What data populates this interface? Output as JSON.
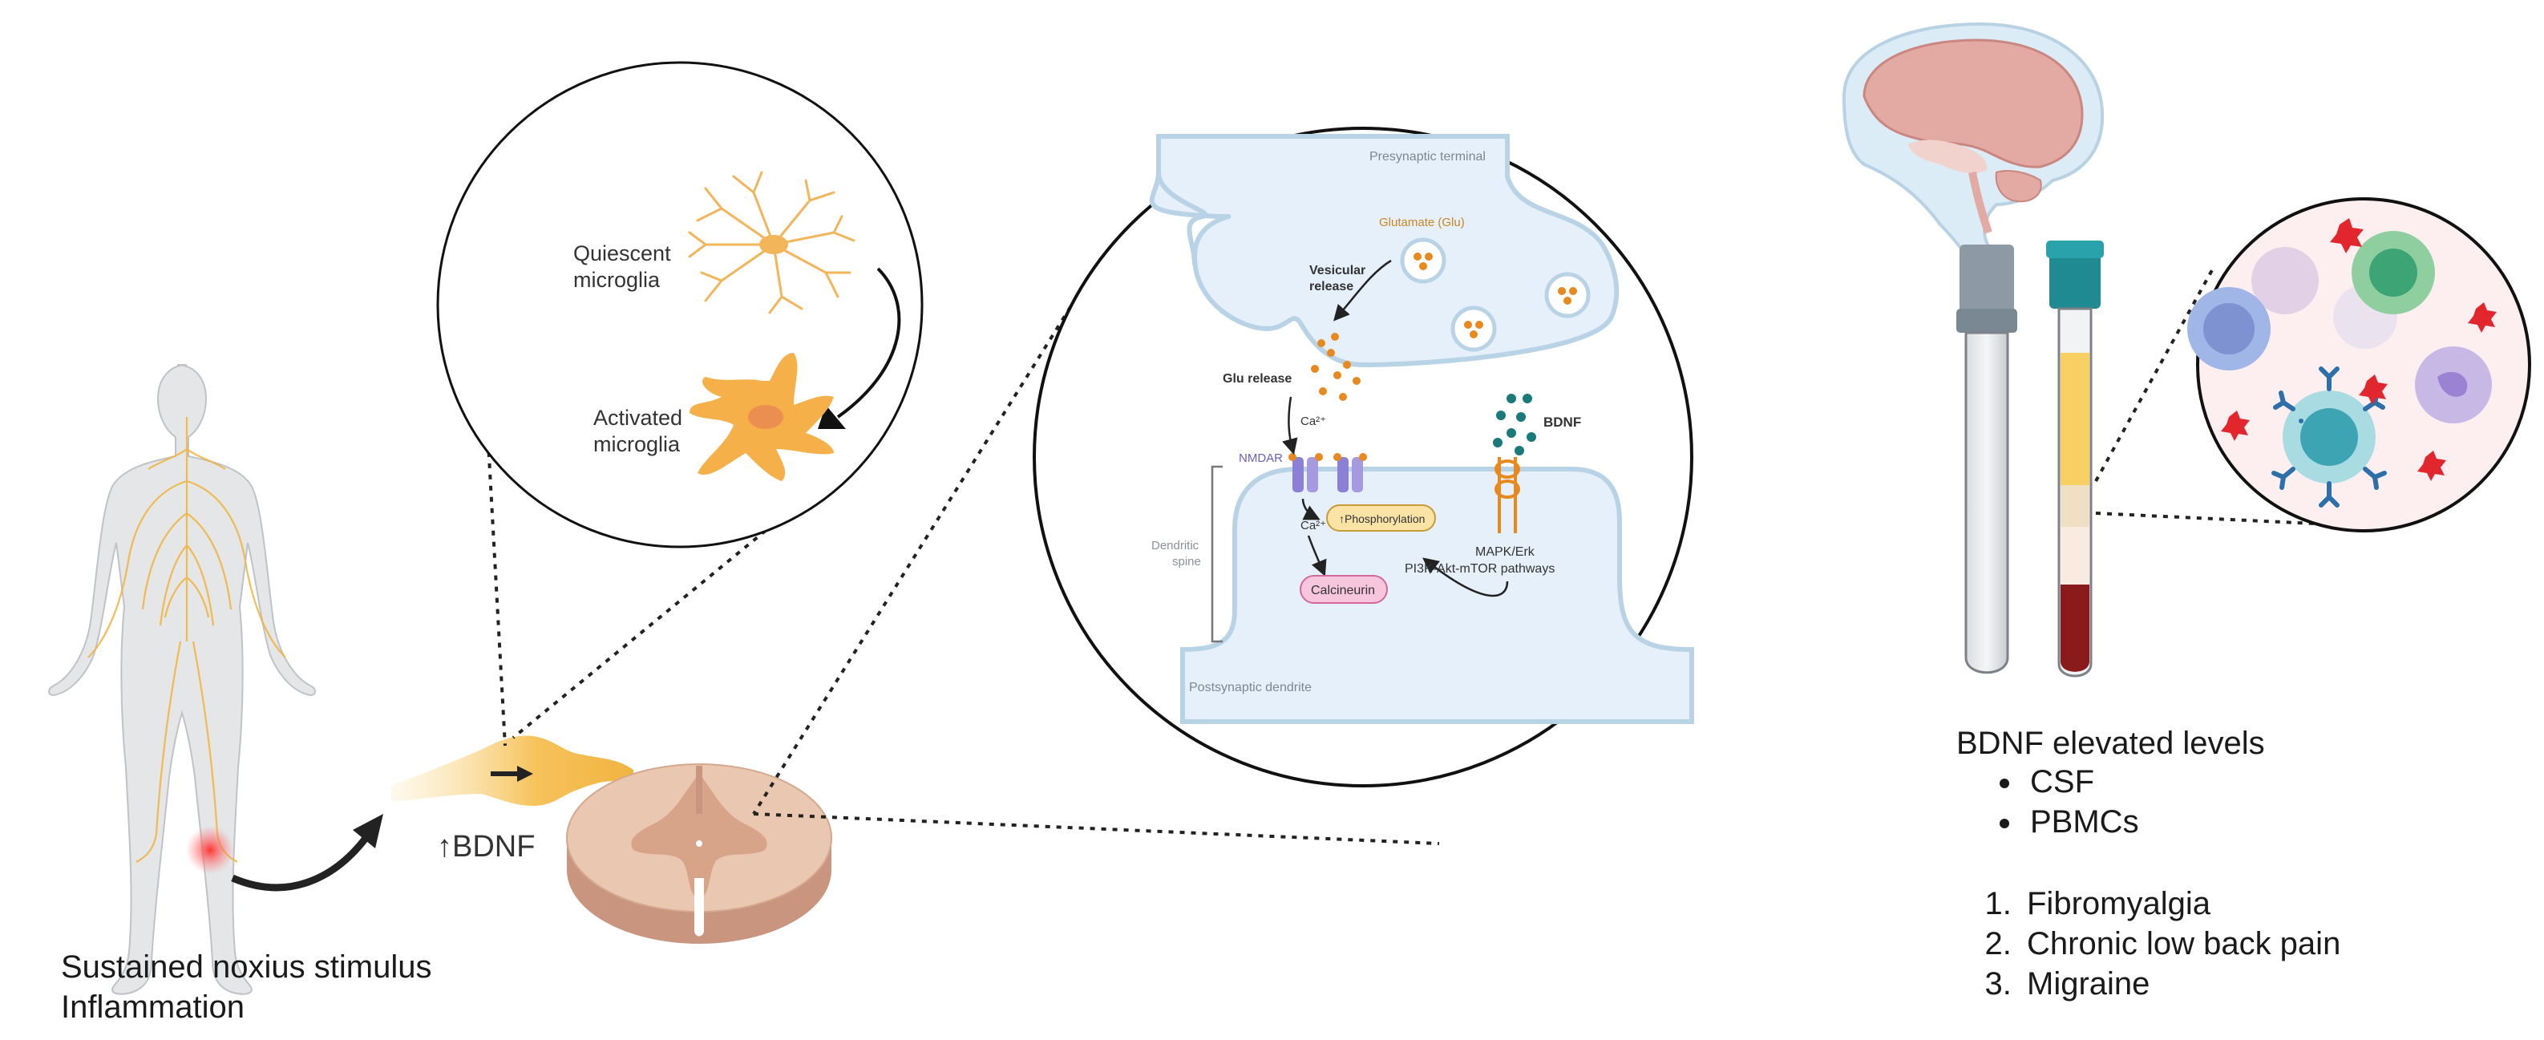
{
  "bottom_left": {
    "line1": "Sustained noxius stimulus",
    "line2": "Inflammation"
  },
  "spinal": {
    "bdnf_label": "BDNF"
  },
  "microglia": {
    "quiescent_line1": "Quiescent",
    "quiescent_line2": "microglia",
    "activated_line1": "Activated",
    "activated_line2": "microglia"
  },
  "synapse": {
    "presynaptic": "Presynaptic terminal",
    "glutamate": "Glutamate (Glu)",
    "vesicular1": "Vesicular",
    "vesicular2": "release",
    "glu_release": "Glu release",
    "ca_top": "Ca²⁺",
    "ca_bottom": "Ca²⁺",
    "nmdar": "NMDAR",
    "phosphorylation": "↑Phosphorylation",
    "calcineurin": "Calcineurin",
    "bdnf": "BDNF",
    "mapk": "MAPK/Erk",
    "pi3k": "PI3K-Akt-mTOR pathways",
    "dendritic1": "Dendritic",
    "dendritic2": "spine",
    "postsynaptic": "Postsynaptic dendrite"
  },
  "biomarkers": {
    "title": "BDNF elevated levels",
    "fluids": [
      "CSF",
      "PBMCs"
    ],
    "conditions": [
      "Fibromyalgia",
      "Chronic low back pain",
      "Migraine"
    ]
  },
  "colors": {
    "nerve": "#f5b942",
    "microglia": "#f5b04a",
    "cord": "#e8c3aa",
    "synapse_fill": "#e6f0fa",
    "membrane": "#b9d3e6",
    "nmdar": "#8c7fd6",
    "bdnf_dots": "#1a7a7a",
    "calcineurin": "#f7c6dc"
  }
}
